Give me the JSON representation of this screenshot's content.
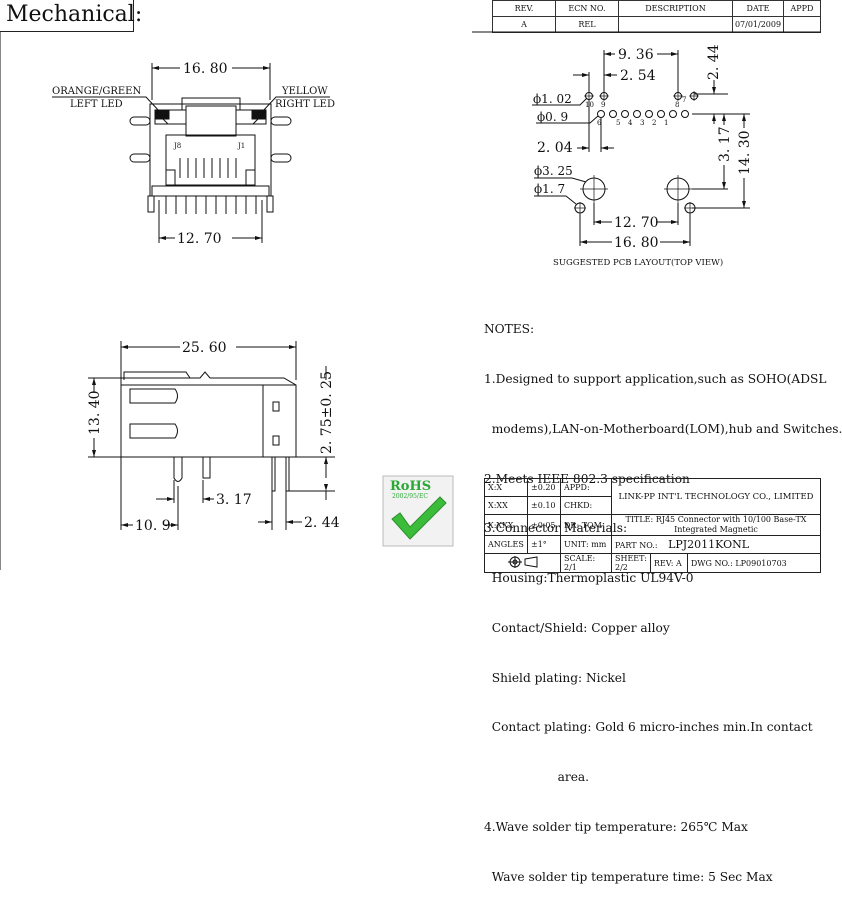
{
  "header": {
    "title": "Mechanical:"
  },
  "revision_table": {
    "headers": [
      "REV.",
      "ECN NO.",
      "DESCRIPTION",
      "DATE",
      "APPD"
    ],
    "rows": [
      [
        "A",
        "REL",
        "",
        "07/01/2009",
        ""
      ]
    ]
  },
  "front_view": {
    "dim_width": "16. 80",
    "dim_pin_span": "12. 70",
    "label_left_led_1": "ORANGE/GREEN",
    "label_left_led_2": "LEFT LED",
    "label_right_led_1": "YELLOW",
    "label_right_led_2": "RIGHT LED",
    "pin_label_j8": "J8",
    "pin_label_j1": "J1"
  },
  "pcb_layout": {
    "dim_9_36": "9. 36",
    "dim_2_54": "2. 54",
    "dim_2_44": "2. 44",
    "dim_hole_102": "ϕ1. 02",
    "dim_hole_09": "ϕ0. 9",
    "dim_2_04": "2. 04",
    "dim_3_17": "3. 17",
    "dim_14_30": "14. 30",
    "dim_hole_325": "ϕ3. 25",
    "dim_hole_17": "ϕ1. 7",
    "dim_12_70": "12. 70",
    "dim_16_80": "16. 80",
    "pin_10": "10",
    "pin_9": "9",
    "pin_8": "8",
    "pin_7": "7",
    "pin_6": "6",
    "pin_5": "5",
    "pin_4": "4",
    "pin_3": "3",
    "pin_2": "2",
    "pin_1": "1",
    "caption": "SUGGESTED PCB LAYOUT(TOP VIEW)"
  },
  "side_view": {
    "dim_length": "25. 60",
    "dim_height": "13. 40",
    "dim_tolerance": "2. 75±0. 25",
    "dim_3_17": "3. 17",
    "dim_10_9": "10. 9",
    "dim_2_44": "2. 44"
  },
  "notes": {
    "heading": "NOTES:",
    "lines": [
      "1.Designed to support application,such as SOHO(ADSL",
      "  modems),LAN-on-Motherboard(LOM),hub and Switches.",
      "2.Meets IEEE 802.3 specification",
      "3.Connector Materials:",
      "  Housing:Thermoplastic UL94V-0",
      "  Contact/Shield: Copper alloy",
      "  Shield plating: Nickel",
      "  Contact plating: Gold 6 micro-inches min.In contact",
      "                   area.",
      "4.Wave solder tip temperature: 265℃ Max",
      "  Wave solder tip temperature time: 5 Sec Max"
    ]
  },
  "rohs": {
    "label": "RoHS",
    "sub": "2002/95/EC",
    "color": "#2aa836"
  },
  "title_block": {
    "tol_x": "X:X",
    "tol_x_val": "±0.20",
    "tol_xx": "X:XX",
    "tol_xx_val": "±0.10",
    "tol_xxx": "X:XXX",
    "tol_xxx_val": "±0.05",
    "tol_ang": "ANGLES",
    "tol_ang_val": "±1°",
    "appd": "APPD:",
    "chkd": "CHKD:",
    "dr": "DR:",
    "dr_name": "TOM",
    "unit": "UNIT:",
    "unit_val": "mm",
    "company": "LINK-PP INT'L TECHNOLOGY CO., LIMITED",
    "title_label": "TITLE:",
    "title_1": "RJ45 Connector with 10/100 Base-TX",
    "title_2": "Integrated Magnetic",
    "part_label": "PART NO.:",
    "part_no": "LPJ2011KONL",
    "scale_label": "SCALE:",
    "scale": "2/1",
    "sheet_label": "SHEET:",
    "sheet": "2/2",
    "rev_label": "REV:",
    "rev": "A",
    "dwg_label": "DWG NO.:",
    "dwg_no": "LP09010703"
  }
}
